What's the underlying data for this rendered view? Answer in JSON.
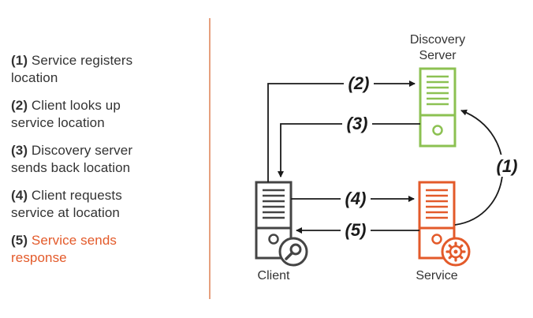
{
  "steps": [
    {
      "num": "(1)",
      "line1": "Service registers",
      "line2": "location",
      "highlight": false
    },
    {
      "num": "(2)",
      "line1": "Client looks up",
      "line2": "service location",
      "highlight": false
    },
    {
      "num": "(3)",
      "line1": "Discovery server",
      "line2": "sends back location",
      "highlight": false
    },
    {
      "num": "(4)",
      "line1": "Client requests",
      "line2": "service at location",
      "highlight": false
    },
    {
      "num": "(5)",
      "line1": "Service sends",
      "line2": "response",
      "highlight": true
    }
  ],
  "nodes": {
    "discovery": {
      "label_line1": "Discovery",
      "label_line2": "Server",
      "color": "#8cc152"
    },
    "client": {
      "label": "Client",
      "color": "#444444",
      "badge_icon": "magnifier-icon"
    },
    "service": {
      "label": "Service",
      "color": "#e35a2a",
      "badge_icon": "gear-icon"
    }
  },
  "arrows": {
    "a1": "(1)",
    "a2": "(2)",
    "a3": "(3)",
    "a4": "(4)",
    "a5": "(5)"
  },
  "colors": {
    "text": "#333333",
    "accent": "#e35a2a",
    "divider": "#e6a07e",
    "arrow": "#1a1a1a"
  }
}
